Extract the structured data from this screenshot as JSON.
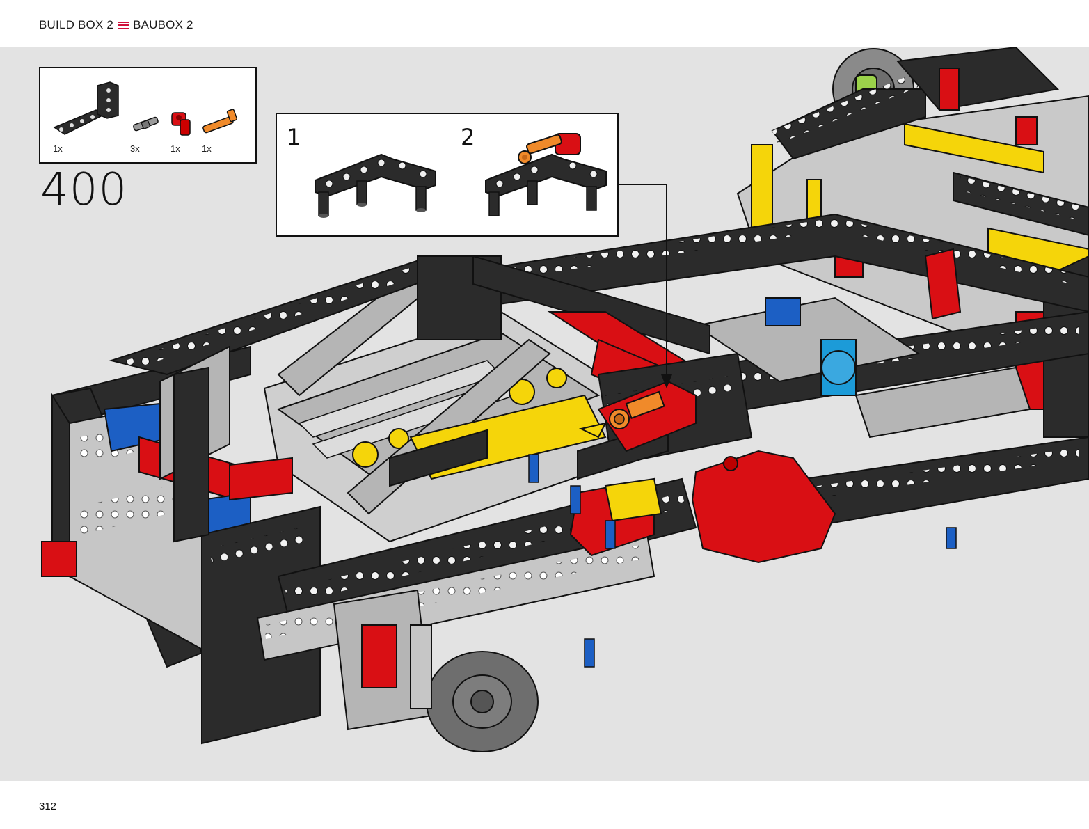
{
  "header": {
    "left_label": "BUILD BOX 2",
    "right_label": "BAUBOX 2"
  },
  "parts_list": [
    {
      "qty": "1x",
      "icon": "l-beam-icon",
      "color": "#2b2b2b"
    },
    {
      "qty": "3x",
      "icon": "axle-pin-icon",
      "color": "#8a8a8a"
    },
    {
      "qty": "1x",
      "icon": "axle-connector-icon",
      "color": "#d0101a"
    },
    {
      "qty": "1x",
      "icon": "friction-pin-icon",
      "color": "#f08a2a"
    }
  ],
  "step": {
    "number": "400"
  },
  "callout": {
    "sub_steps": [
      "1",
      "2"
    ]
  },
  "colors": {
    "accent": "#d0103a",
    "beam_dark": "#2b2b2b",
    "beam_light": "#b5b5b5",
    "red": "#d90f14",
    "yellow": "#f5d50a",
    "blue": "#1c5fc4",
    "orange": "#f08a2a",
    "lime": "#9bd24a",
    "background": "#e3e3e3"
  },
  "footer": {
    "page_number": "312"
  }
}
